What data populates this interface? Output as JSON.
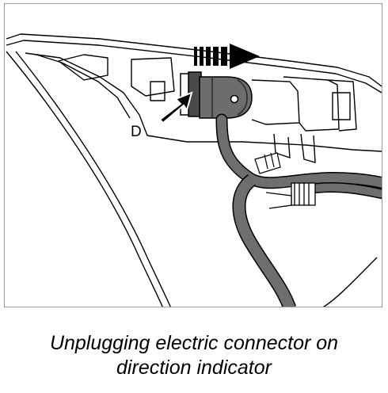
{
  "figure": {
    "callout_label": "D",
    "caption_line1": "Unplugging electric connector on",
    "caption_line2": "direction indicator"
  }
}
